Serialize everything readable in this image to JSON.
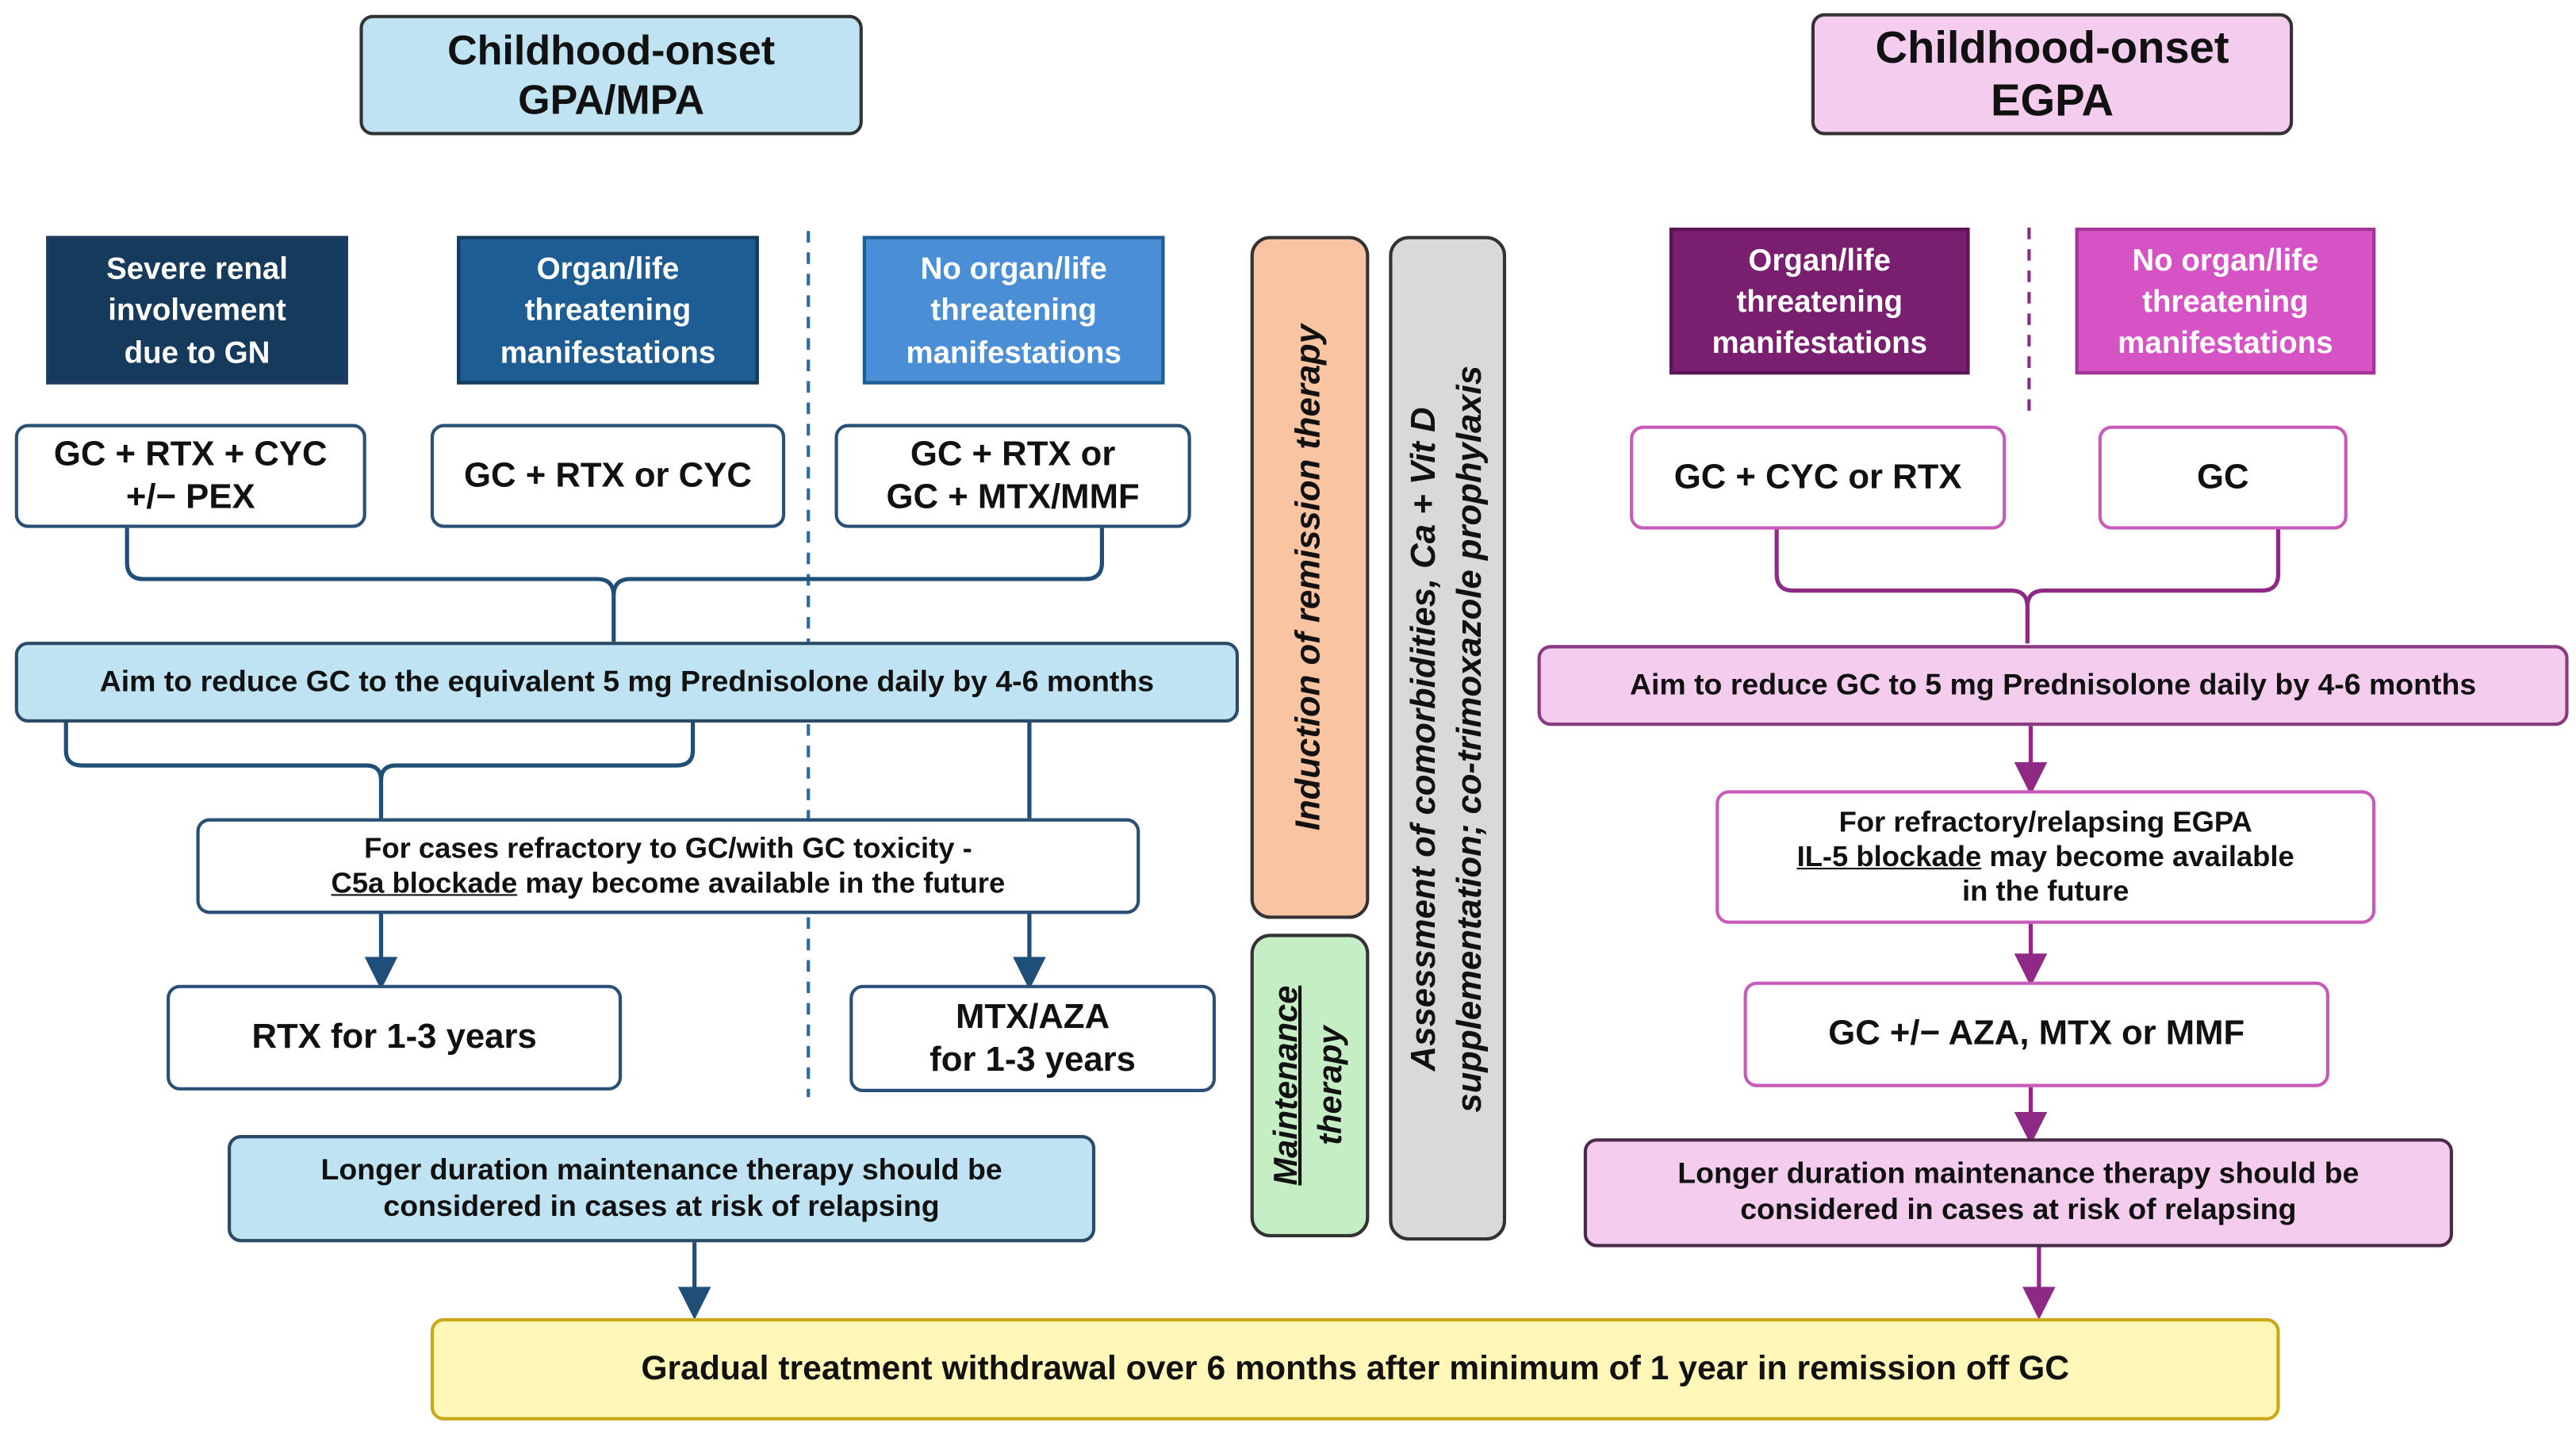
{
  "gpa_mpa": {
    "title": [
      "Childhood-onset",
      "GPA/MPA"
    ],
    "categories": [
      [
        "Severe renal",
        "involvement",
        "due to GN"
      ],
      [
        "Organ/life",
        "threatening",
        "manifestations"
      ],
      [
        "No organ/life",
        "threatening",
        "manifestations"
      ]
    ],
    "treatments": [
      [
        "GC + RTX + CYC",
        "+/− PEX"
      ],
      [
        "GC + RTX or CYC"
      ],
      [
        "GC + RTX or",
        "GC + MTX/MMF"
      ]
    ],
    "aim": "Aim to reduce GC to the equivalent 5 mg Prednisolone daily by 4-6 months",
    "refractory": {
      "line1": "For cases refractory to GC/with GC toxicity -",
      "underlined": "C5a blockade",
      "rest": " may become available in the future"
    },
    "maintenance_rtx": [
      "RTX for 1-3 years"
    ],
    "maintenance_mtx": [
      "MTX/AZA",
      "for 1-3 years"
    ],
    "longer": [
      "Longer duration maintenance therapy should be",
      "considered in cases at risk of relapsing"
    ]
  },
  "egpa": {
    "title": [
      "Childhood-onset",
      "EGPA"
    ],
    "categories": [
      [
        "Organ/life",
        "threatening",
        "manifestations"
      ],
      [
        "No organ/life",
        "threatening",
        "manifestations"
      ]
    ],
    "treatments": [
      [
        "GC + CYC or RTX"
      ],
      [
        "GC"
      ]
    ],
    "aim": "Aim to reduce GC to 5 mg Prednisolone daily by 4-6 months",
    "refractory": {
      "line1": "For refractory/relapsing EGPA",
      "underlined": "IL-5 blockade",
      "rest": " may become available",
      "line3": "in the future"
    },
    "maintenance": [
      "GC +/− AZA, MTX or MMF"
    ],
    "longer": [
      "Longer duration maintenance therapy should be",
      "considered in cases at risk of relapsing"
    ]
  },
  "phases": {
    "induction": "Induction of remission therapy",
    "maintenance": [
      "Maintenance",
      "therapy"
    ],
    "assessment": [
      "Assessment of comorbidities, Ca + Vit D",
      "supplementation; co-trimoxazole prophylaxis"
    ]
  },
  "final": "Gradual treatment withdrawal over 6 months after minimum of 1 year in remission off GC",
  "colors": {
    "gpa_connector": "#1f4e79",
    "egpa_connector": "#8e2a86",
    "gpa_title_fill": "#bfe3f2",
    "egpa_title_fill": "#f4cdee",
    "final_fill": "#fff7b8"
  }
}
